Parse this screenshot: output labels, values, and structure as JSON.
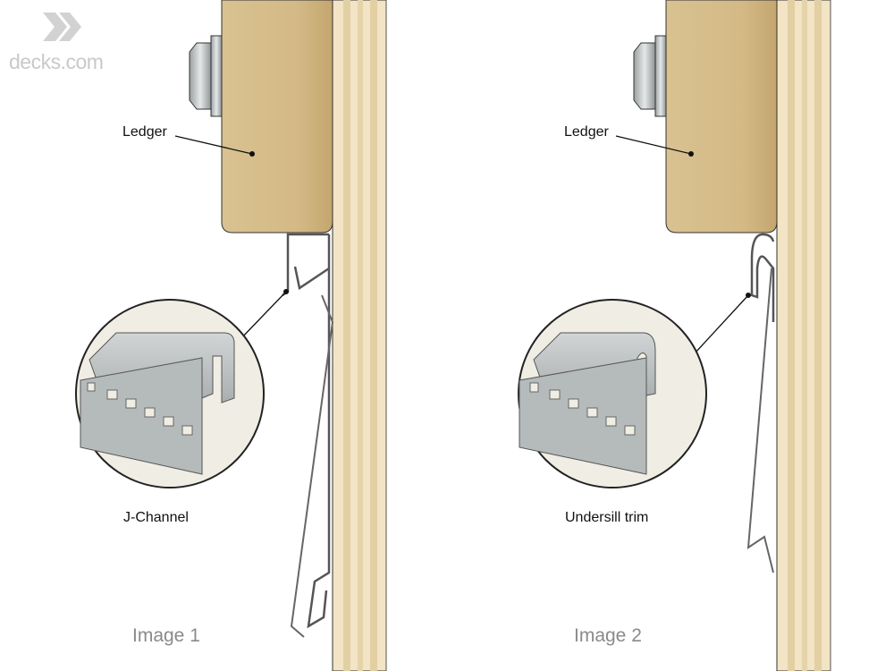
{
  "logo": {
    "text": "decks.com",
    "icon": "chevron-arrows-logo"
  },
  "panels": [
    {
      "ledger_label": "Ledger",
      "trim_label": "J-Channel",
      "caption": "Image 1"
    },
    {
      "ledger_label": "Ledger",
      "trim_label": "Undersill trim",
      "caption": "Image 2"
    }
  ],
  "colors": {
    "ledger": "#d6bd8c",
    "wall": "#ecdcb8",
    "trim": "#b9bdbd",
    "inset_bg": "#f0ede4",
    "caption": "#8a8a8a"
  }
}
